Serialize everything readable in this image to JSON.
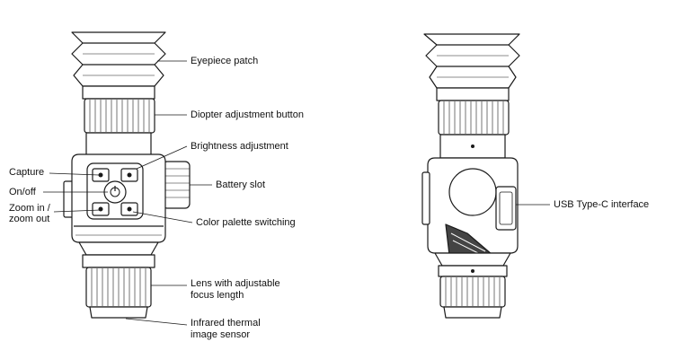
{
  "labels": {
    "eyepiece_patch": "Eyepiece patch",
    "diopter_button": "Diopter adjustment button",
    "brightness": "Brightness adjustment",
    "capture": "Capture",
    "battery_slot": "Battery slot",
    "on_off": "On/off",
    "zoom_line1": "Zoom in /",
    "zoom_line2": "zoom out",
    "color_palette": "Color palette switching",
    "lens_line1": "Lens with adjustable",
    "lens_line2": "focus length",
    "sensor_line1": "Infrared thermal",
    "sensor_line2": "image sensor",
    "usb": "USB Type-C interface"
  },
  "colors": {
    "line": "#1a1a1a",
    "fill": "#ffffff",
    "shade": "#555555"
  }
}
